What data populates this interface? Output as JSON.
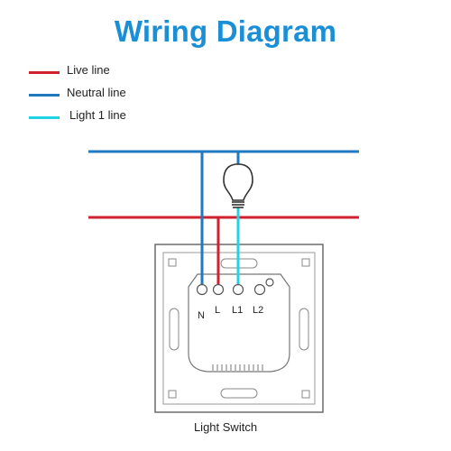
{
  "title": "Wiring Diagram",
  "legend": [
    {
      "label": "Live line",
      "color": "#d0222e"
    },
    {
      "label": "Neutral line",
      "color": "#1f78c0"
    },
    {
      "label": "Light 1 line",
      "color": "#22d3e6"
    }
  ],
  "terminals": [
    "N",
    "L",
    "L1",
    "L2"
  ],
  "caption": "Light Switch"
}
